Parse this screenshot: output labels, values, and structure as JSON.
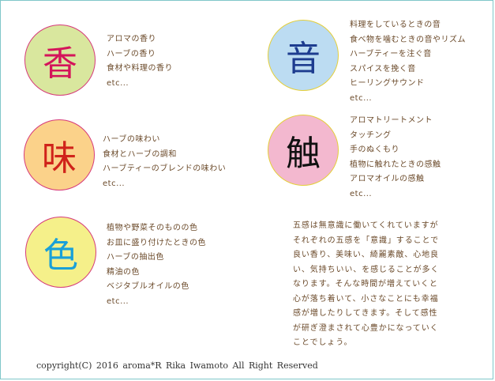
{
  "senses": [
    {
      "kanji": "香",
      "circle_fill": "#d9e79e",
      "circle_border": "#d63a7a",
      "kanji_color": "#d4145a",
      "items": [
        "アロマの香り",
        "ハーブの香り",
        "食材や料理の香り",
        "etc..."
      ]
    },
    {
      "kanji": "音",
      "circle_fill": "#bcdcf2",
      "circle_border": "#e4cf3a",
      "kanji_color": "#1d3c8f",
      "items": [
        "料理をしているときの音",
        "食べ物を噛むときの音やリズム",
        "ハーブティーを注ぐ音",
        "スパイスを挽く音",
        "ヒーリングサウンド",
        "etc..."
      ]
    },
    {
      "kanji": "味",
      "circle_fill": "#fbd28a",
      "circle_border": "#d63a7a",
      "kanji_color": "#d0231a",
      "items": [
        "ハーブの味わい",
        "食材とハーブの調和",
        "ハーブティーのブレンドの味わい",
        "etc..."
      ]
    },
    {
      "kanji": "触",
      "circle_fill": "#f3b8cf",
      "circle_border": "#e4cf3a",
      "kanji_color": "#111111",
      "items": [
        "アロマトリートメント",
        "タッチング",
        "手のぬくもり",
        "植物に触れたときの感触",
        "アロマオイルの感触",
        "etc..."
      ]
    },
    {
      "kanji": "色",
      "circle_fill": "#f5f08a",
      "circle_border": "#d63a7a",
      "kanji_color": "#1aa0d8",
      "items": [
        "植物や野菜そのものの色",
        "お皿に盛り付けたときの色",
        "ハーブの抽出色",
        "精油の色",
        "ベジタブルオイルの色",
        "etc..."
      ]
    }
  ],
  "paragraph": [
    "五感は無意識に働いてくれていますが",
    "それぞれの五感を「意識」することで",
    "良い香り、美味い、綺麗素敵、心地良",
    "い、気持ちいい、を感じることが多く",
    "なります。そんな時間が増えていくと",
    "心が落ち着いて、小さなことにも幸福",
    "感が増したりしてきます。そして感性",
    "が研ぎ澄まされて心豊かになっていく",
    "ことでしょう。"
  ],
  "footer": "copyright(C) 2016 aroma*R Rika Iwamoto All Right Reserved"
}
